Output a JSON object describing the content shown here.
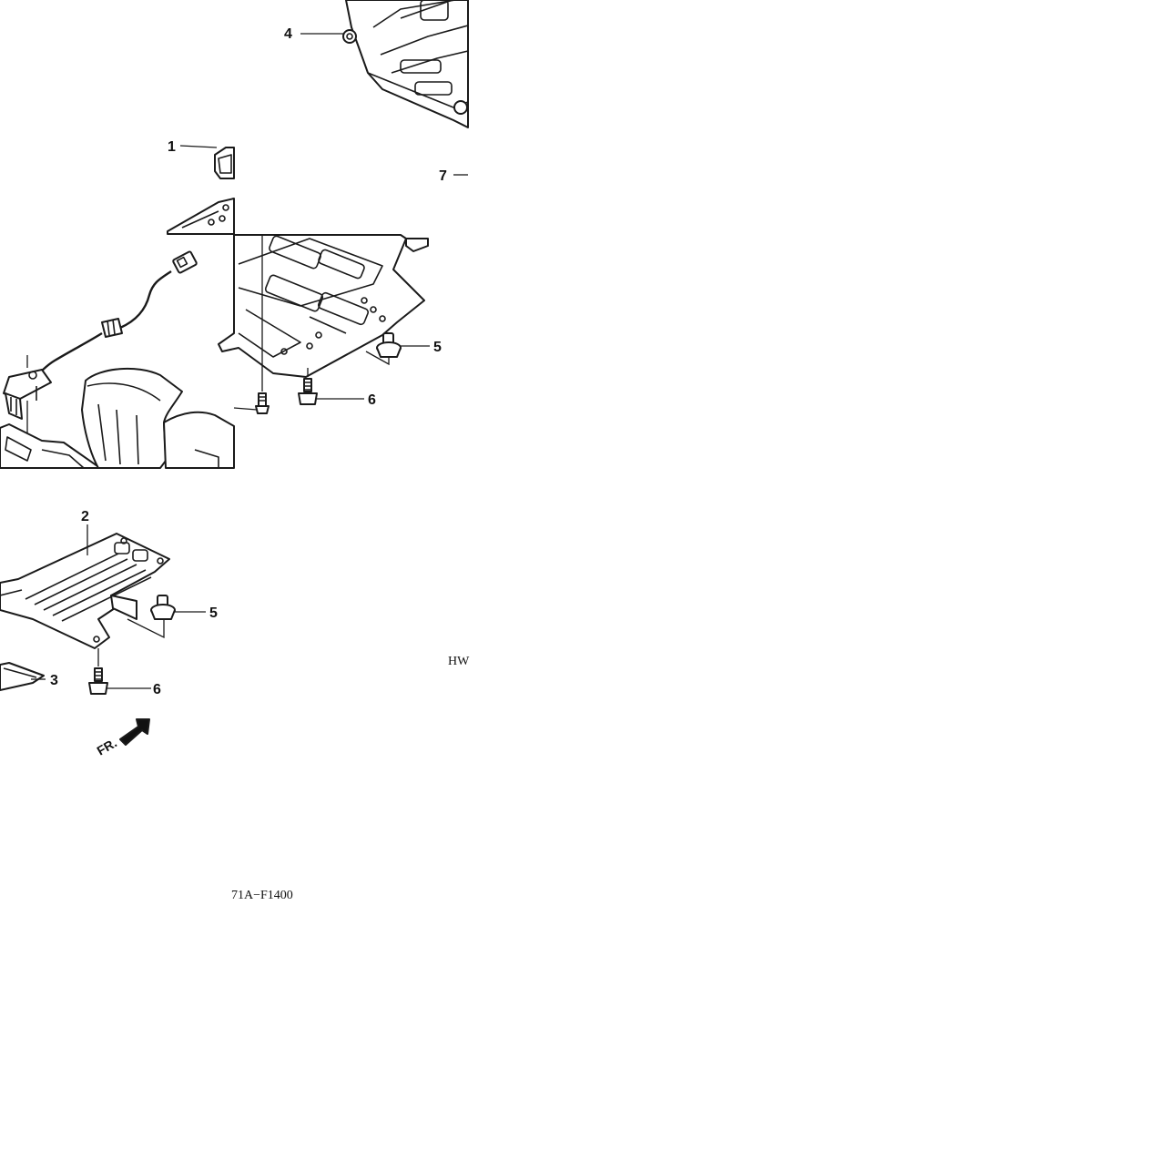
{
  "callouts": {
    "c1": "1",
    "c2": "2",
    "c3": "3",
    "c4": "4",
    "c5a": "5",
    "c5b": "5",
    "c6a": "6",
    "c6b": "6",
    "c7": "7"
  },
  "fr_label": "FR.",
  "codes": {
    "left": "HW",
    "right": "71A−F1400"
  },
  "colors": {
    "ink": "#1a1a1a",
    "background": "#ffffff"
  }
}
